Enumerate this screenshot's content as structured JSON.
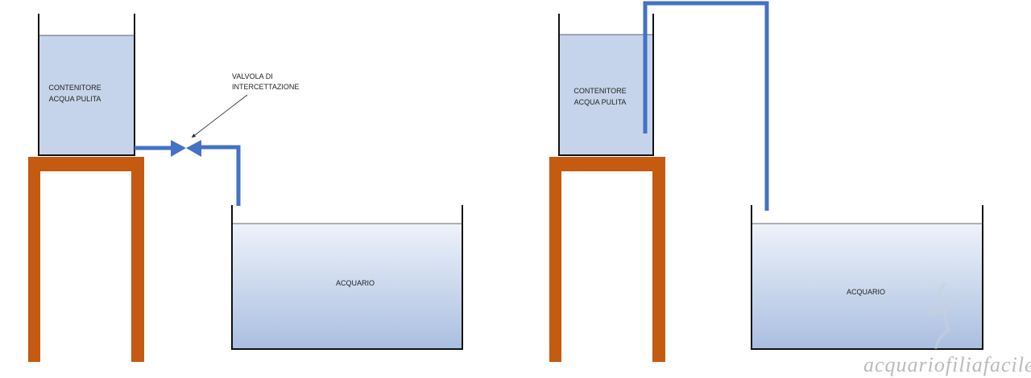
{
  "left": {
    "container_label": [
      "CONTENITORE",
      "ACQUA PULITA"
    ],
    "valve_label": [
      "VALVOLA DI",
      "INTERCETTAZIONE"
    ],
    "aquarium_label": "ACQUARIO"
  },
  "right": {
    "container_label": [
      "CONTENITORE",
      "ACQUA PULITA"
    ],
    "aquarium_label": "ACQUARIO"
  },
  "watermark": "acquariofiliafacile.it",
  "colors": {
    "wood": "#c55a11",
    "pipe": "#4472c4",
    "water_top": "#dde6f4",
    "water_bottom": "#a9bfe0"
  }
}
